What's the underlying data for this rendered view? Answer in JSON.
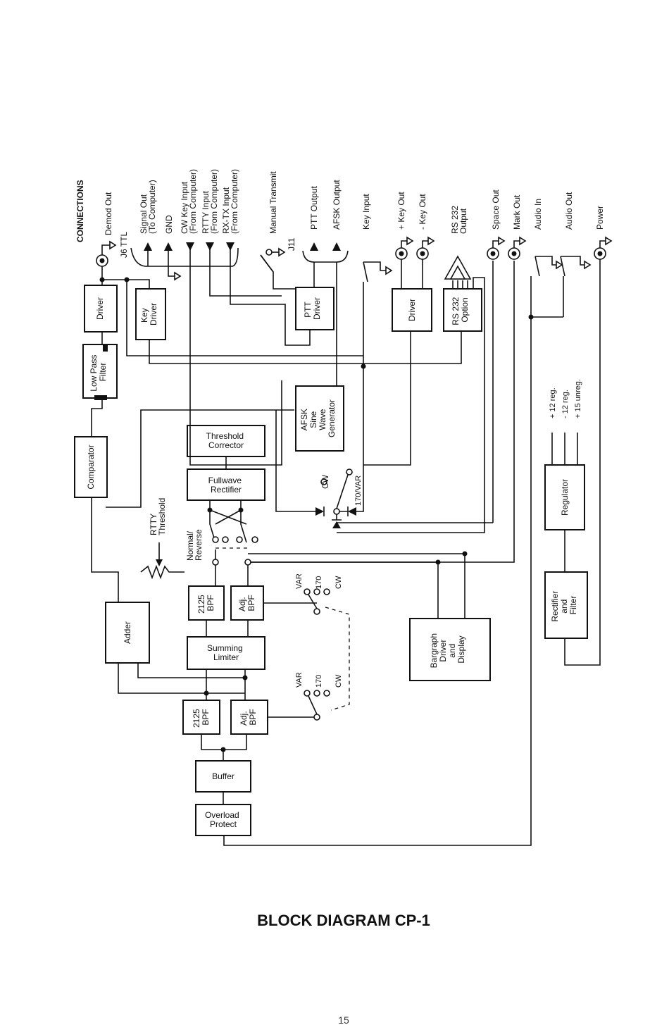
{
  "title": "BLOCK DIAGRAM CP-1",
  "page_number": "15",
  "connections_heading": "CONNECTIONS",
  "j6": "J6 TTL",
  "j11": "J11",
  "connections": {
    "demod_out": "Demod Out",
    "signal_out": [
      "Signal Out",
      "(To Computer)"
    ],
    "gnd": "GND",
    "cw_key_input": [
      "CW Key Input",
      "(From Computer)"
    ],
    "rtty_input": [
      "RTTY Input",
      "(From Computer)"
    ],
    "rx_tx_input": [
      "RX-TX Input",
      "(From Computer)"
    ],
    "manual_transmit": "Manual Transmit",
    "ptt_output": "PTT Output",
    "afsk_output": "AFSK Output",
    "key_input": "Key Input",
    "plus_key_out": "+ Key Out",
    "minus_key_out": "- Key Out",
    "rs232_output": [
      "RS 232",
      "Output"
    ],
    "space_out": "Space Out",
    "mark_out": "Mark Out",
    "audio_in": "Audio In",
    "audio_out": "Audio Out",
    "power": "Power"
  },
  "blocks": {
    "driver_demod": [
      "Driver"
    ],
    "key_driver": [
      "Key",
      "Driver"
    ],
    "ptt_driver": [
      "PTT",
      "Driver"
    ],
    "driver_key": [
      "Driver"
    ],
    "rs232_option": [
      "RS 232",
      "Option"
    ],
    "low_pass_filter": [
      "Low Pass",
      "Filter"
    ],
    "comparator": [
      "Comparator"
    ],
    "afsk_generator": [
      "AFSK",
      "Sine",
      "Wave",
      "Generator"
    ],
    "threshold_corrector": [
      "Threshold",
      "Corrector"
    ],
    "fullwave_rectifier": [
      "Fullwave",
      "Rectifier"
    ],
    "adder": [
      "Adder"
    ],
    "bpf_2125_upper": [
      "2125",
      "BPF"
    ],
    "adj_bpf_upper": [
      "Adj.",
      "BPF"
    ],
    "summing_limiter": [
      "Summing",
      "Limiter"
    ],
    "bpf_2125_lower": [
      "2125",
      "BPF"
    ],
    "adj_bpf_lower": [
      "Adj.",
      "BPF"
    ],
    "buffer": [
      "Buffer"
    ],
    "overload_protect": [
      "Overload",
      "Protect"
    ],
    "bargraph": [
      "Bargraph",
      "Driver",
      "and",
      "Display"
    ],
    "regulator": [
      "Regulator"
    ],
    "rectifier_filter": [
      "Rectifier",
      "and",
      "Filter"
    ]
  },
  "labels": {
    "rtty_threshold": [
      "RTTY",
      "Threshold"
    ],
    "normal_reverse": [
      "Normal/",
      "Reverse"
    ],
    "cw": "CW",
    "cw_170var": "170/VAR",
    "var": "VAR",
    "s170": "170",
    "plus12": "+ 12 reg.",
    "minus12": "- 12 reg.",
    "plus15": "+ 15 unreg."
  }
}
